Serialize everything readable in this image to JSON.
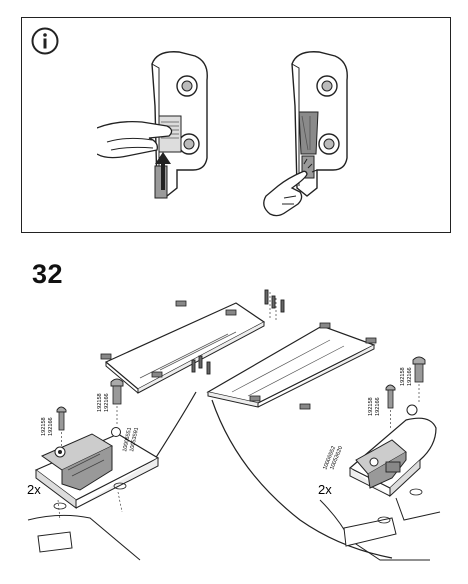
{
  "info_panel": {
    "icon": "info-icon"
  },
  "step": {
    "number": "32"
  },
  "callouts": {
    "left": {
      "quantity": "2x",
      "screw_part_a": "192158",
      "screw_part_b": "192166",
      "pin_part_a": "192158",
      "pin_part_b": "192166",
      "hinge_part_a": "10006551",
      "hinge_part_b": "10053591"
    },
    "right": {
      "quantity": "2x",
      "hinge_part_a": "10006552",
      "hinge_part_b": "10053620",
      "screw_part_a": "192158",
      "screw_part_b": "192166",
      "pin_part_a": "192158",
      "pin_part_b": "192166"
    }
  },
  "colors": {
    "line": "#222222",
    "gray": "#8a8a8a",
    "light_gray": "#cfcfcf"
  }
}
